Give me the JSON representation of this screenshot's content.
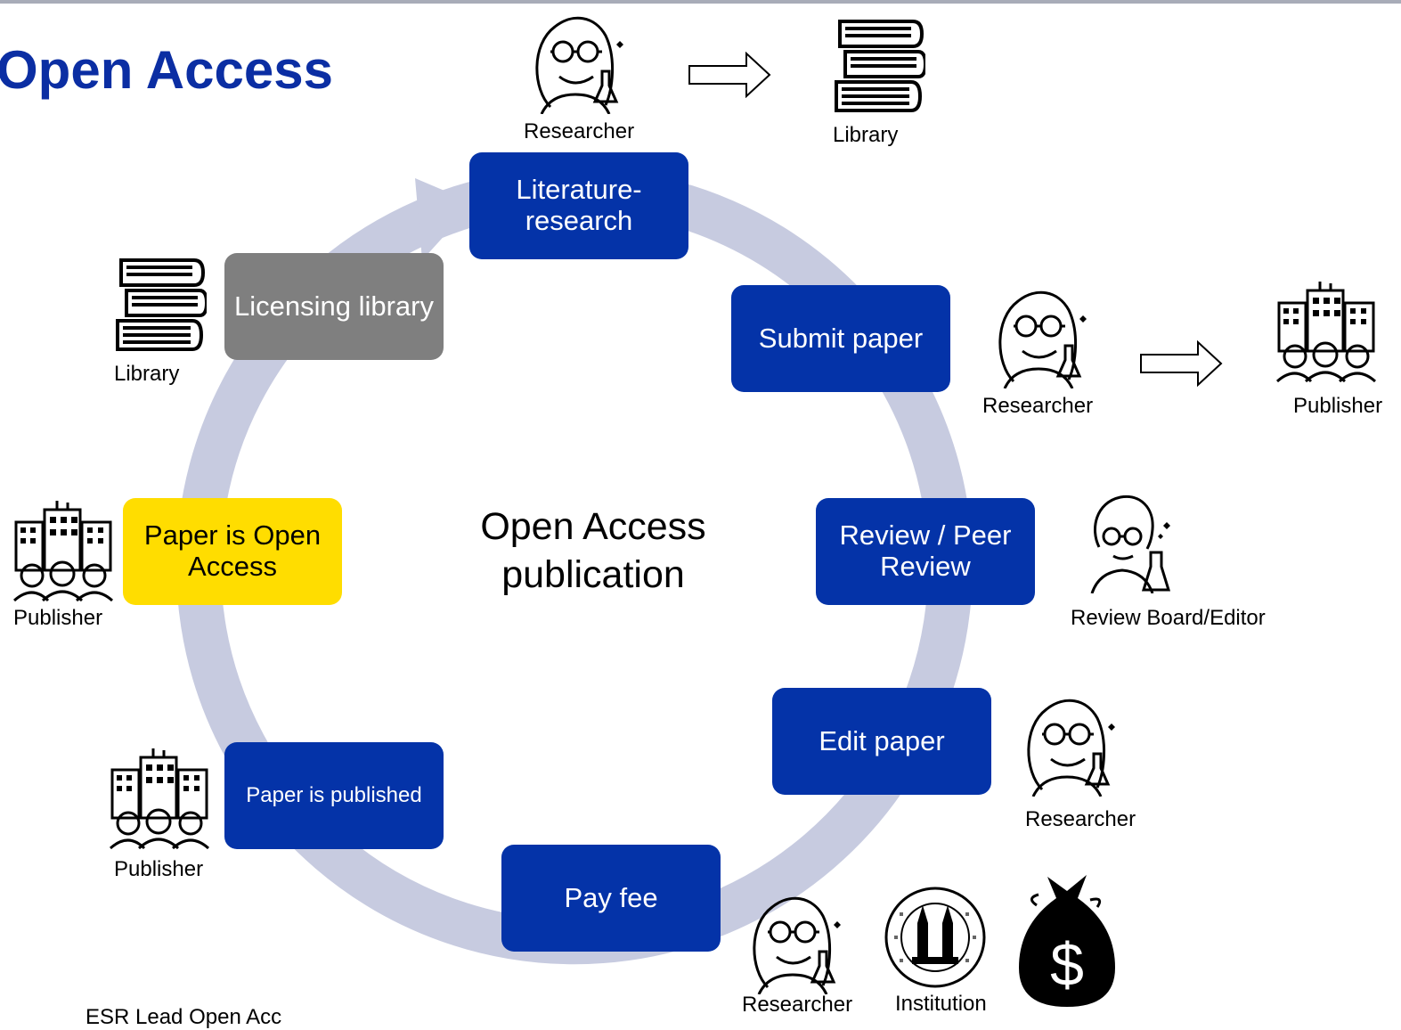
{
  "title": "Open Access",
  "center_label": "Open Access publication",
  "colors": {
    "step": "#0433a8",
    "licensing": "#7f7f7f",
    "open_access": "#ffdd00",
    "ring": "#c7cbe0",
    "title": "#0b2ea3"
  },
  "steps": [
    {
      "id": "literature",
      "label": "Literature-\nresearch"
    },
    {
      "id": "submit",
      "label": "Submit paper"
    },
    {
      "id": "review",
      "label": "Review / Peer Review"
    },
    {
      "id": "edit",
      "label": "Edit paper"
    },
    {
      "id": "pay",
      "label": "Pay fee"
    },
    {
      "id": "published",
      "label": "Paper is published"
    },
    {
      "id": "open_access",
      "label": "Paper is Open Access"
    },
    {
      "id": "licensing",
      "label": "Licensing library"
    }
  ],
  "actors": {
    "top_researcher": "Researcher",
    "top_library": "Library",
    "submit_researcher": "Researcher",
    "submit_publisher": "Publisher",
    "review_board": "Review Board/Editor",
    "edit_researcher": "Researcher",
    "pay_researcher": "Researcher",
    "pay_institution": "Institution",
    "published_publisher": "Publisher",
    "oa_publisher": "Publisher",
    "licensing_library": "Library"
  },
  "icons": [
    "researcher-icon",
    "arrow-right-icon",
    "books-icon",
    "publisher-icon",
    "reviewer-icon",
    "institution-seal-icon",
    "money-bag-icon"
  ],
  "footer": "ESR Lead Open Acc"
}
